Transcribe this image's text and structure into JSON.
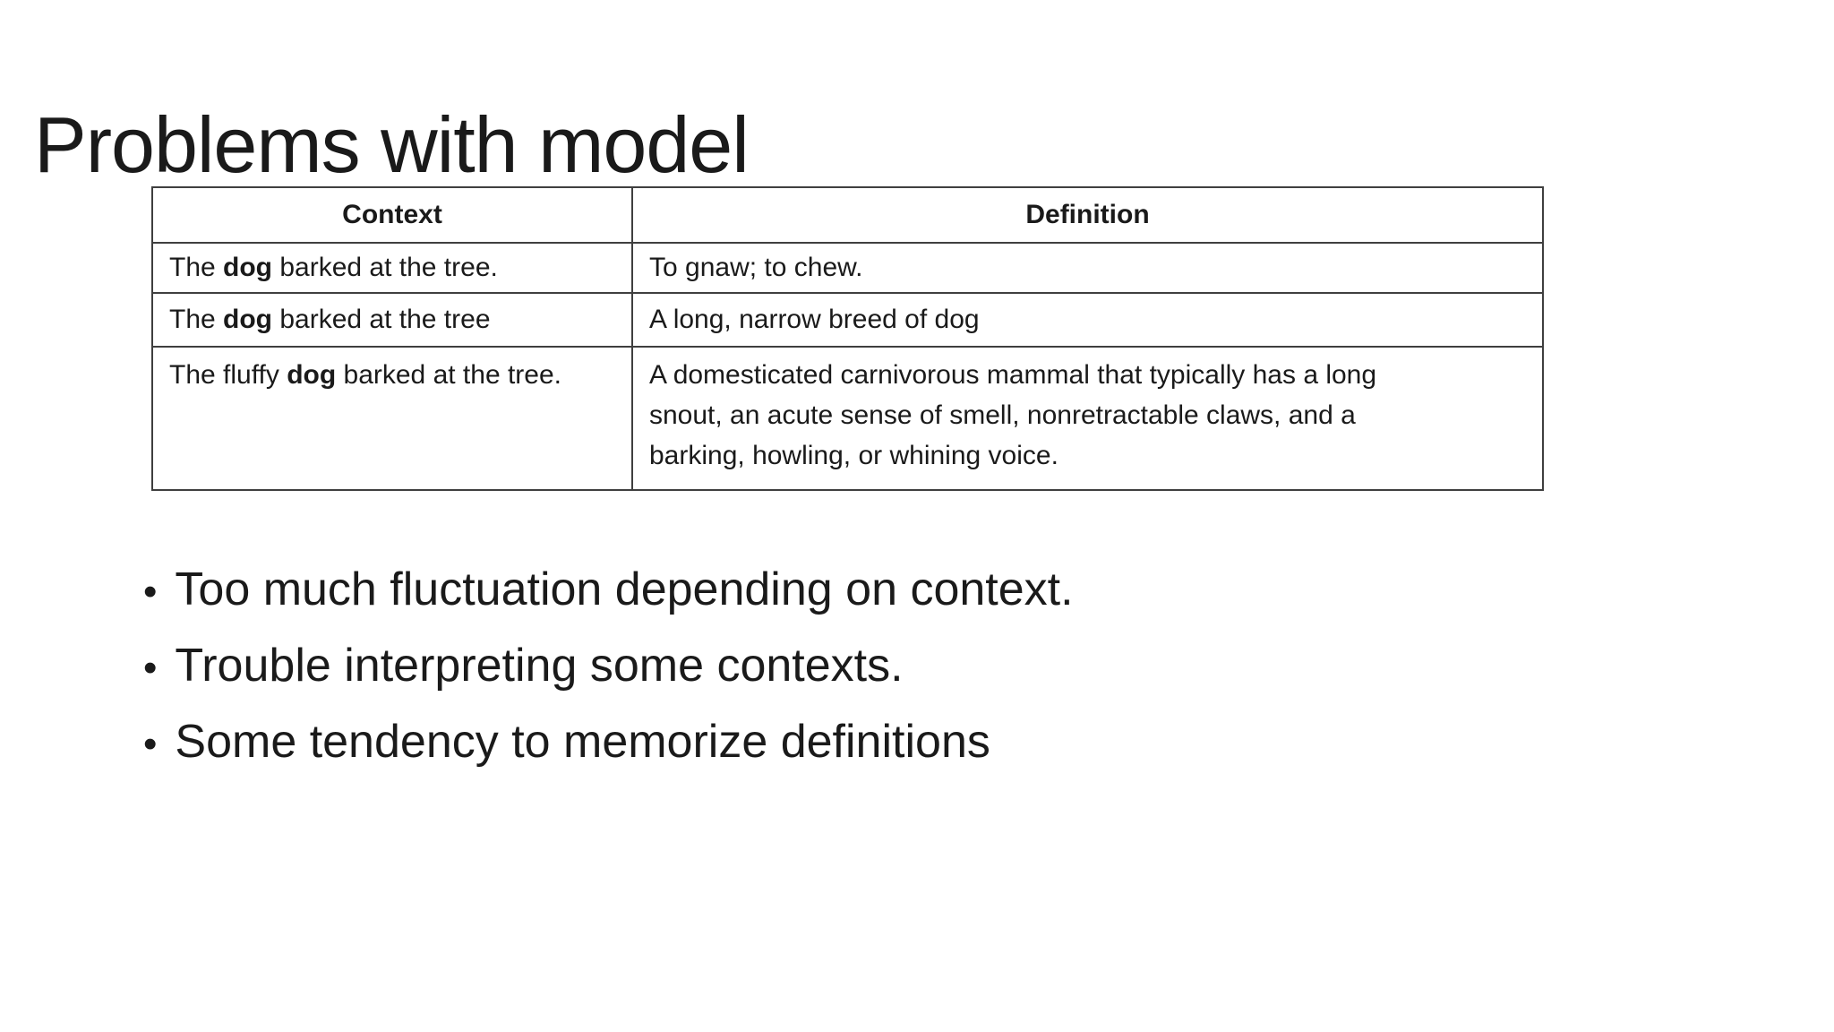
{
  "slide": {
    "title": "Problems with model",
    "colors": {
      "background": "#ffffff",
      "text": "#1a1a1a",
      "table_border": "#3f3f3f"
    }
  },
  "table": {
    "headers": [
      "Context",
      "Definition"
    ],
    "rows": [
      {
        "context": {
          "pre": "The ",
          "bold": "dog",
          "post": " barked at the tree."
        },
        "definition": "To gnaw; to chew."
      },
      {
        "context": {
          "pre": "The ",
          "bold": "dog",
          "post": " barked at the tree"
        },
        "definition": "A long, narrow breed of dog"
      },
      {
        "context": {
          "pre": "The fluffy ",
          "bold": "dog",
          "post": " barked at the tree."
        },
        "definition": "A domesticated carnivorous mammal that typically has a long\nsnout, an acute sense of smell, nonretractable claws, and a\nbarking, howling, or whining voice."
      }
    ]
  },
  "bullets": {
    "marker": "•",
    "items": [
      "Too much fluctuation depending on context.",
      "Trouble interpreting some contexts.",
      "Some tendency to memorize definitions"
    ]
  }
}
